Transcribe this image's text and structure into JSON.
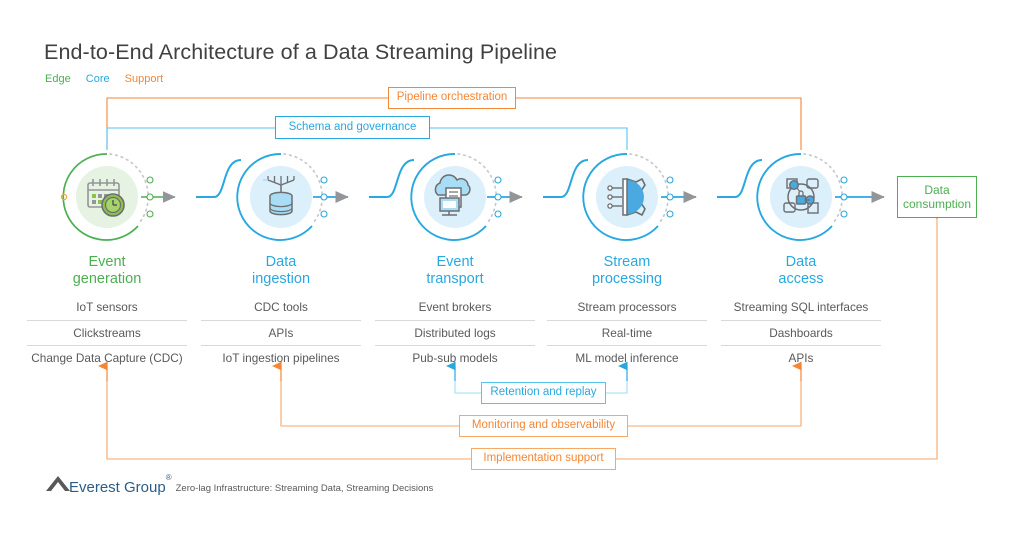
{
  "header": {
    "title": "End-to-End Architecture of a Data Streaming Pipeline",
    "legend": [
      {
        "label": "Edge",
        "color": "#4caf50"
      },
      {
        "label": "Core",
        "color": "#29a8e0"
      },
      {
        "label": "Support",
        "color": "#f58634"
      }
    ]
  },
  "annotations": {
    "pipeline_orchestration": "Pipeline orchestration",
    "schema_and_governance": "Schema and governance",
    "retention_and_replay": "Retention and replay",
    "monitoring_and_observability": "Monitoring and observability",
    "implementation_support": "Implementation support"
  },
  "stages": [
    {
      "title_line1": "Event",
      "title_line2": "generation",
      "color": "#4caf50",
      "icon": "calendar-clock-icon",
      "items": [
        "IoT sensors",
        "Clickstreams",
        "Change Data Capture (CDC)"
      ]
    },
    {
      "title_line1": "Data",
      "title_line2": "ingestion",
      "color": "#29a8e0",
      "icon": "database-ingest-icon",
      "items": [
        "CDC tools",
        "APIs",
        "IoT ingestion pipelines"
      ]
    },
    {
      "title_line1": "Event",
      "title_line2": "transport",
      "color": "#29a8e0",
      "icon": "cloud-document-icon",
      "items": [
        "Event brokers",
        "Distributed logs",
        "Pub-sub models"
      ]
    },
    {
      "title_line1": "Stream",
      "title_line2": "processing",
      "color": "#29a8e0",
      "icon": "gear-stream-icon",
      "items": [
        "Stream processors",
        "Real-time",
        "ML model inference"
      ]
    },
    {
      "title_line1": "Data",
      "title_line2": "access",
      "color": "#29a8e0",
      "icon": "data-access-lock-icon",
      "items": [
        "Streaming SQL interfaces",
        "Dashboards",
        "APIs"
      ]
    }
  ],
  "output": {
    "line1": "Data",
    "line2": "consumption"
  },
  "footer": {
    "brand": "Everest Group",
    "registered_mark": "®",
    "tagline": "Zero-lag Infrastructure: Streaming Data, Streaming Decisions"
  },
  "colors": {
    "edge_green": "#4caf50",
    "core_blue": "#29a8e0",
    "support_orange": "#f58634",
    "light_blue": "#55c3f0",
    "light_orange": "#f7a766",
    "text_gray": "#58595b",
    "divider": "#d8d9da"
  }
}
